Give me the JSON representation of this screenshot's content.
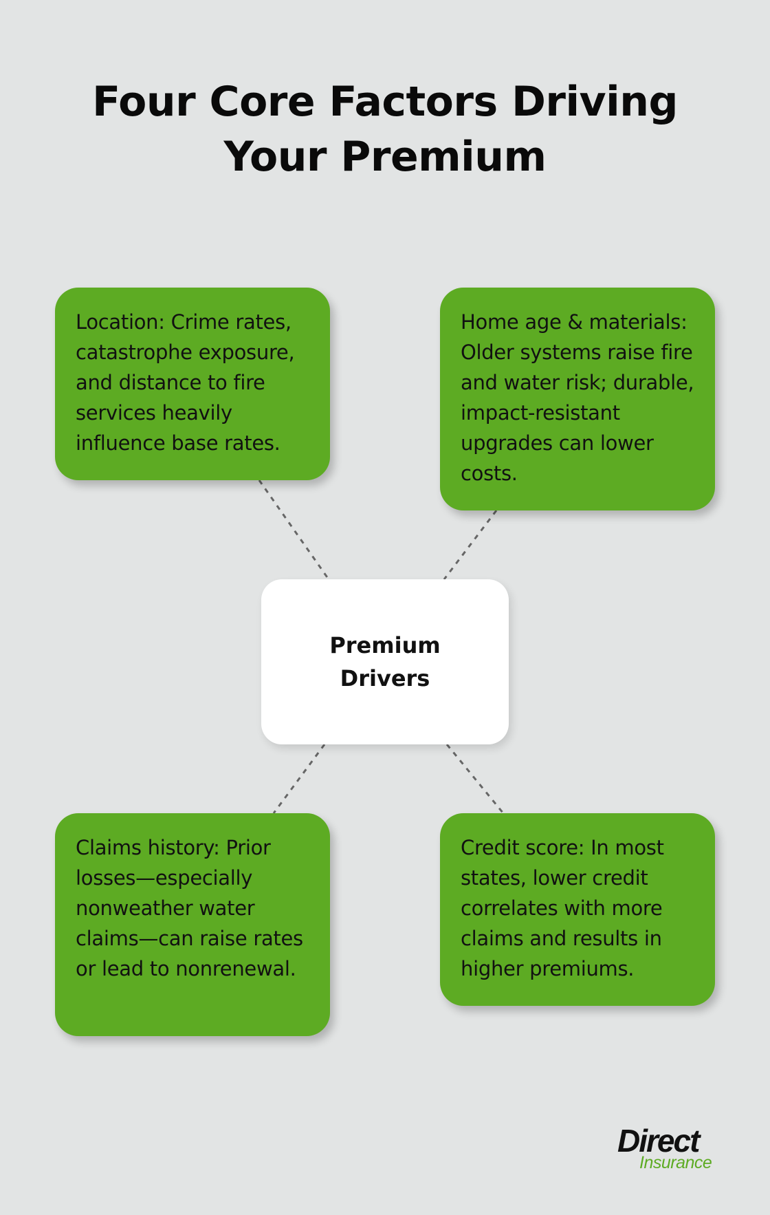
{
  "title": "Four Core Factors Driving Your Premium",
  "center": {
    "label": "Premium Drivers"
  },
  "factors": [
    {
      "text": "Location: Crime rates, catastrophe exposure, and distance to fire services heavily influence base rates."
    },
    {
      "text": "Home age & materials: Older systems raise fire and water risk; durable, impact-resistant upgrades can lower costs."
    },
    {
      "text": "Claims history: Prior losses—especially nonweather water claims—can raise rates or lead to nonrenewal."
    },
    {
      "text": "Credit score: In most states, lower credit correlates with more claims and results in higher premiums."
    }
  ],
  "brand": {
    "name": "Direct",
    "tagline": "Insurance"
  },
  "colors": {
    "background": "#e2e4e4",
    "card_green": "#5dab23",
    "center_card": "#ffffff",
    "connector": "#666666",
    "text": "#111111"
  }
}
